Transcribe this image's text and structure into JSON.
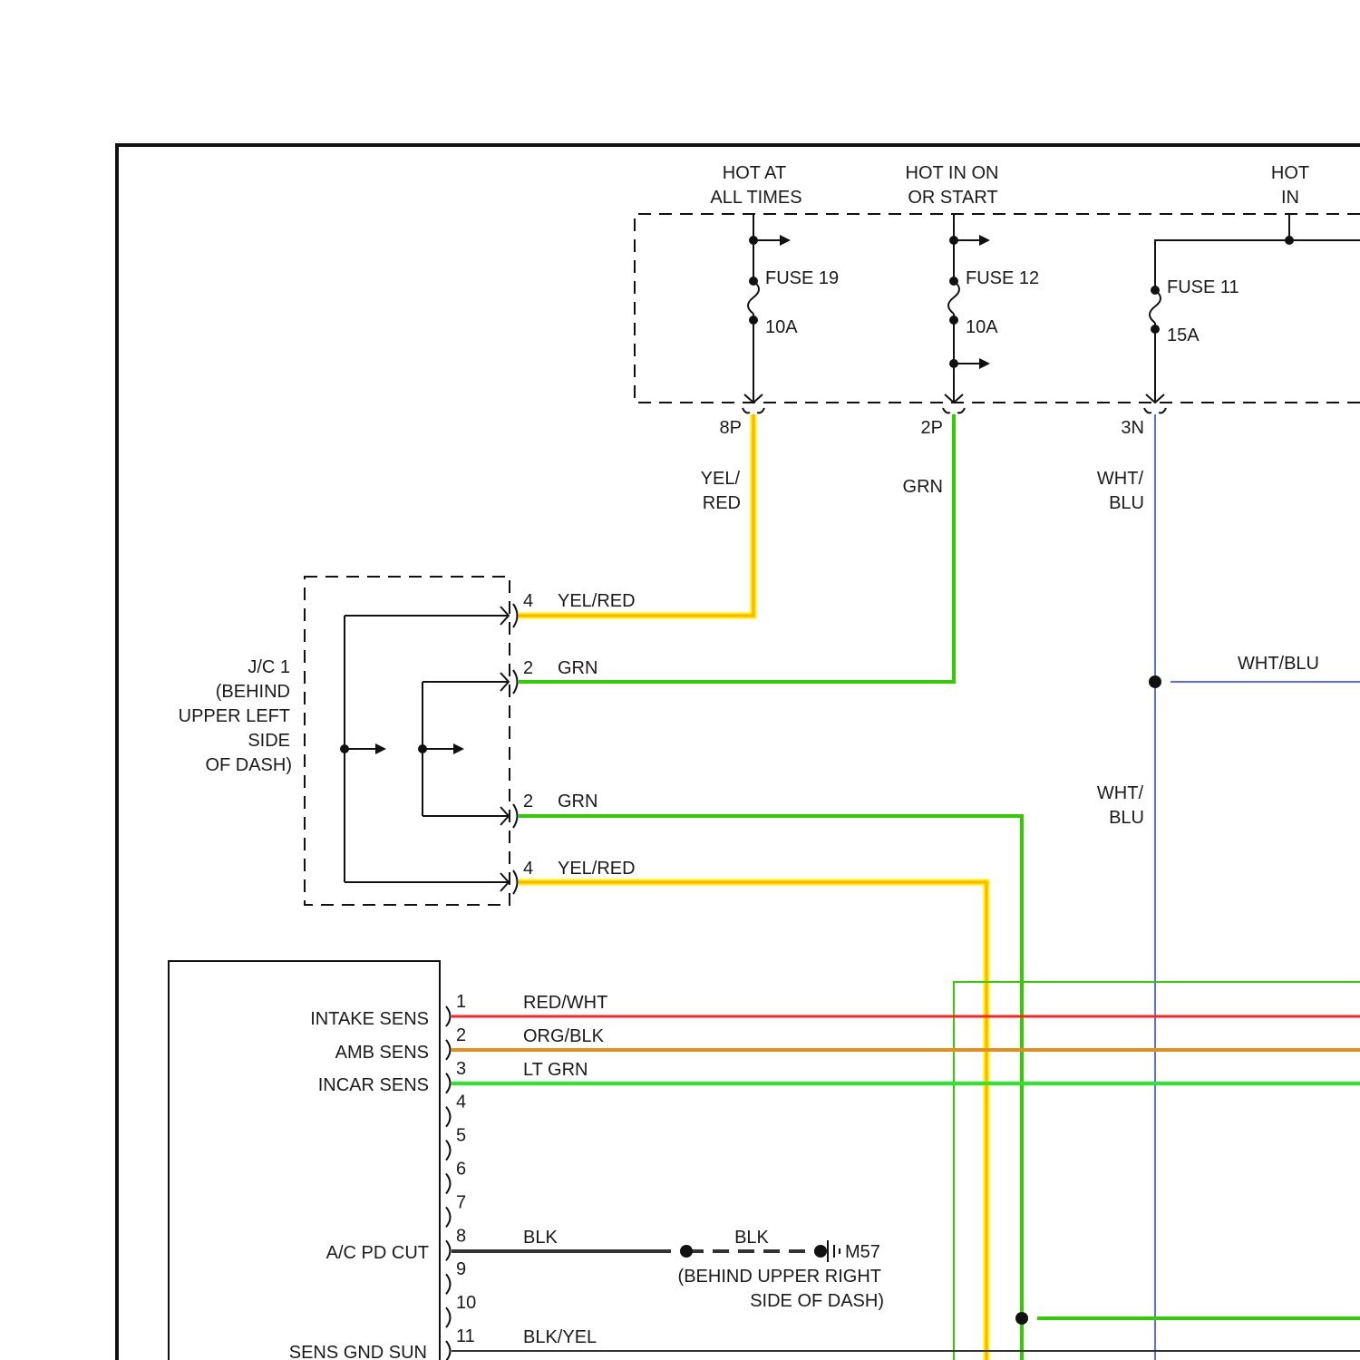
{
  "fuse_box": {
    "header_hot_at_all_times": [
      "HOT AT",
      "ALL TIMES"
    ],
    "header_hot_in_on_or_start": [
      "HOT IN ON",
      "OR START"
    ],
    "header_hot_in": [
      "HOT",
      "IN"
    ],
    "fuse19_name": "FUSE 19",
    "fuse19_rating": "10A",
    "fuse12_name": "FUSE 12",
    "fuse12_rating": "10A",
    "fuse11_name": "FUSE 11",
    "fuse11_rating": "15A",
    "terminal_8p": "8P",
    "terminal_2p": "2P",
    "terminal_3n": "3N"
  },
  "wires": {
    "yel_red_upper": [
      "YEL/",
      "RED"
    ],
    "grn_upper": "GRN",
    "wht_blu_upper": [
      "WHT/",
      "BLU"
    ],
    "wht_blu_horizontal": "WHT/BLU",
    "wht_blu_lower": [
      "WHT/",
      "BLU"
    ]
  },
  "junction_connector": {
    "label": [
      "J/C 1",
      "(BEHIND",
      "UPPER LEFT",
      "SIDE",
      "OF DASH)"
    ],
    "pins": [
      {
        "num": "4",
        "wire": "YEL/RED"
      },
      {
        "num": "2",
        "wire": "GRN"
      },
      {
        "num": "2",
        "wire": "GRN"
      },
      {
        "num": "4",
        "wire": "YEL/RED"
      }
    ]
  },
  "module": {
    "pin_numbers": [
      "1",
      "2",
      "3",
      "4",
      "5",
      "6",
      "7",
      "8",
      "9",
      "10",
      "11"
    ],
    "pin_labels": {
      "p1": "INTAKE SENS",
      "p2": "AMB SENS",
      "p3": "INCAR SENS",
      "p8": "A/C PD CUT",
      "p11": "SENS GND SUN"
    },
    "wire_labels": {
      "p1": "RED/WHT",
      "p2": "ORG/BLK",
      "p3": "LT GRN",
      "p8": "BLK",
      "p11": "BLK/YEL"
    }
  },
  "ground": {
    "wire": "BLK",
    "id": "M57",
    "location": [
      "(BEHIND UPPER RIGHT",
      "SIDE OF DASH)"
    ]
  },
  "colors": {
    "yel_red": "#ffb300",
    "yel_red_core": "#ff3300",
    "yel_highlight": "#fff200",
    "grn": "#33cc00",
    "lt_grn": "#22ee22",
    "wht_blu": "#5a6cff",
    "red": "#ff2020",
    "org_blk": "#e0901e",
    "blk": "#333333"
  }
}
